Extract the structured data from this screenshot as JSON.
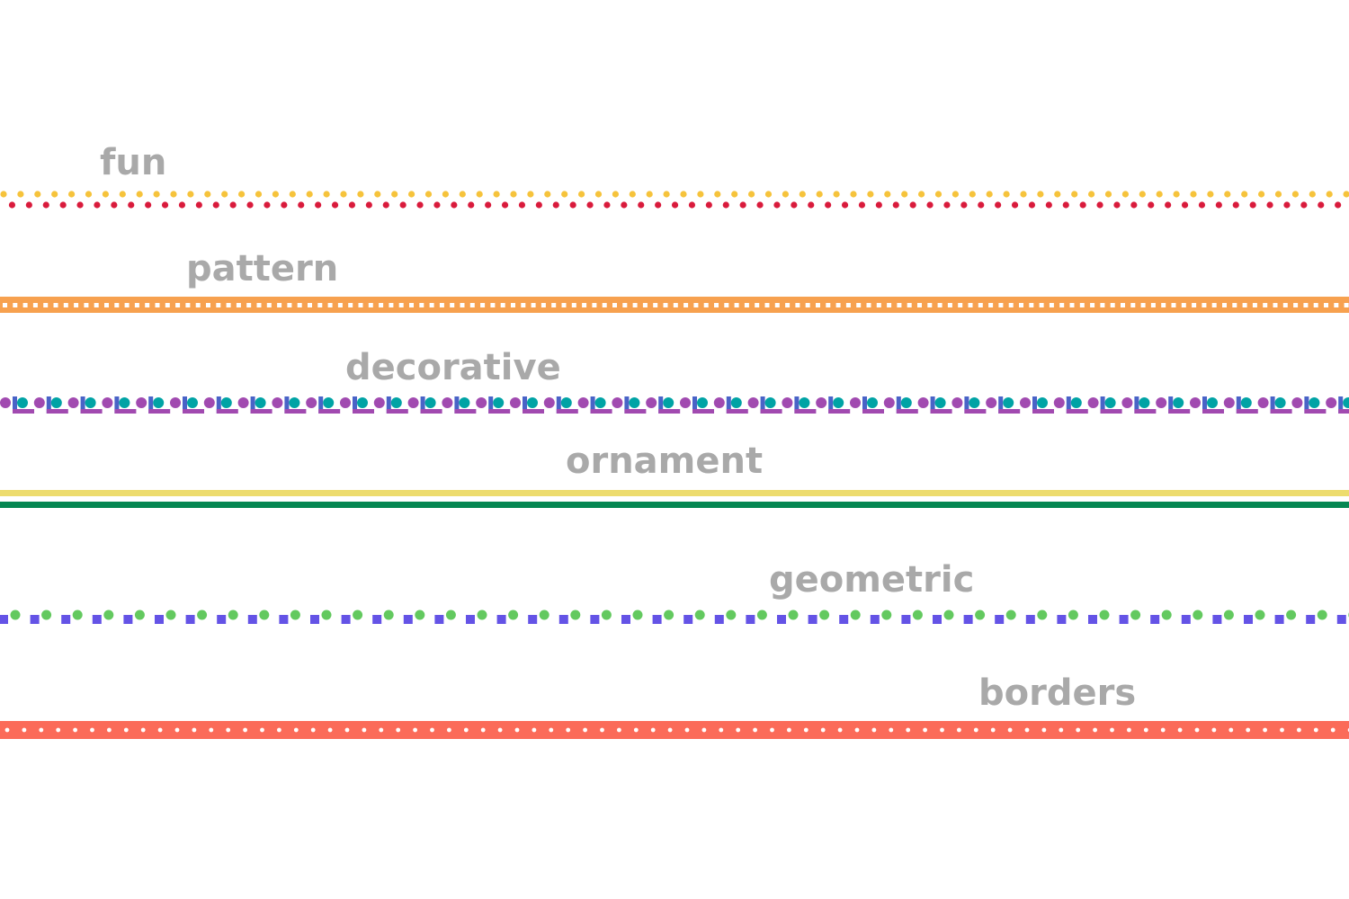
{
  "words": [
    {
      "key": "fun",
      "text": "fun"
    },
    {
      "key": "pattern",
      "text": "pattern"
    },
    {
      "key": "decorative",
      "text": "decorative"
    },
    {
      "key": "ornament",
      "text": "ornament"
    },
    {
      "key": "geometric",
      "text": "geometric"
    },
    {
      "key": "borders",
      "text": "borders"
    }
  ],
  "colors": {
    "label_gray": "#a9a9a9",
    "fun_dot_top": "#f6c33b",
    "fun_dot_bottom": "#d91b3c",
    "pattern_band": "#f7a14f",
    "decorative_dot_pink": "#a14ab0",
    "decorative_dot_teal": "#00a3a5",
    "decorative_bracket_blue": "#4963c7",
    "decorative_bracket_purple": "#a14ab0",
    "ornament_band_yellow": "#eddc6e",
    "ornament_band_green": "#058752",
    "geometric_square": "#6453e6",
    "geometric_dot": "#63c95f",
    "borders_band": "#fb6b59"
  }
}
